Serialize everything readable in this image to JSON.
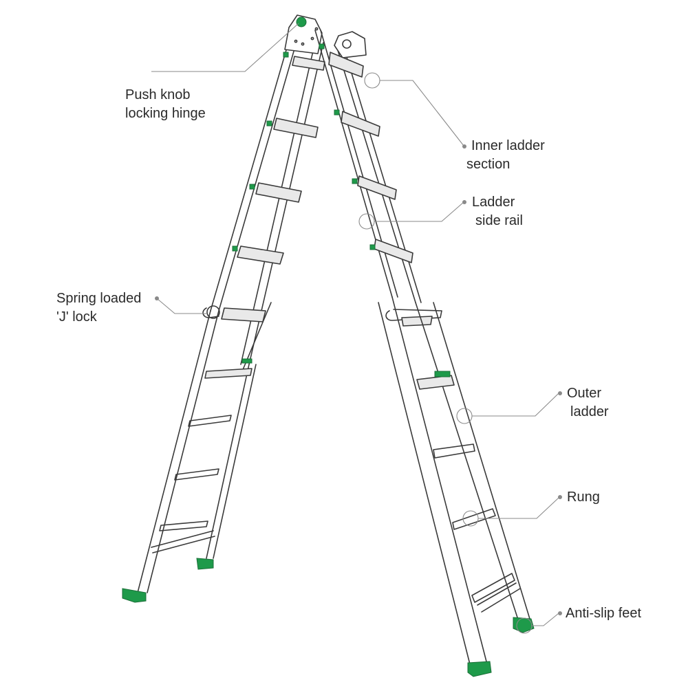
{
  "colors": {
    "outline": "#3a3a3a",
    "leader": "#8a8a8a",
    "accent_green": "#1e9a4a",
    "rung_fill": "#e9e9e9",
    "text": "#2a2a2a"
  },
  "labels": {
    "push_knob": [
      "Push knob",
      "locking hinge"
    ],
    "inner_ladder": [
      "Inner ladder",
      "section"
    ],
    "side_rail": [
      "Ladder",
      "side rail"
    ],
    "j_lock": [
      "Spring loaded",
      "'J' lock"
    ],
    "outer_ladder": [
      "Outer",
      "ladder"
    ],
    "rung": [
      "Rung"
    ],
    "anti_slip": [
      "Anti-slip feet"
    ]
  }
}
